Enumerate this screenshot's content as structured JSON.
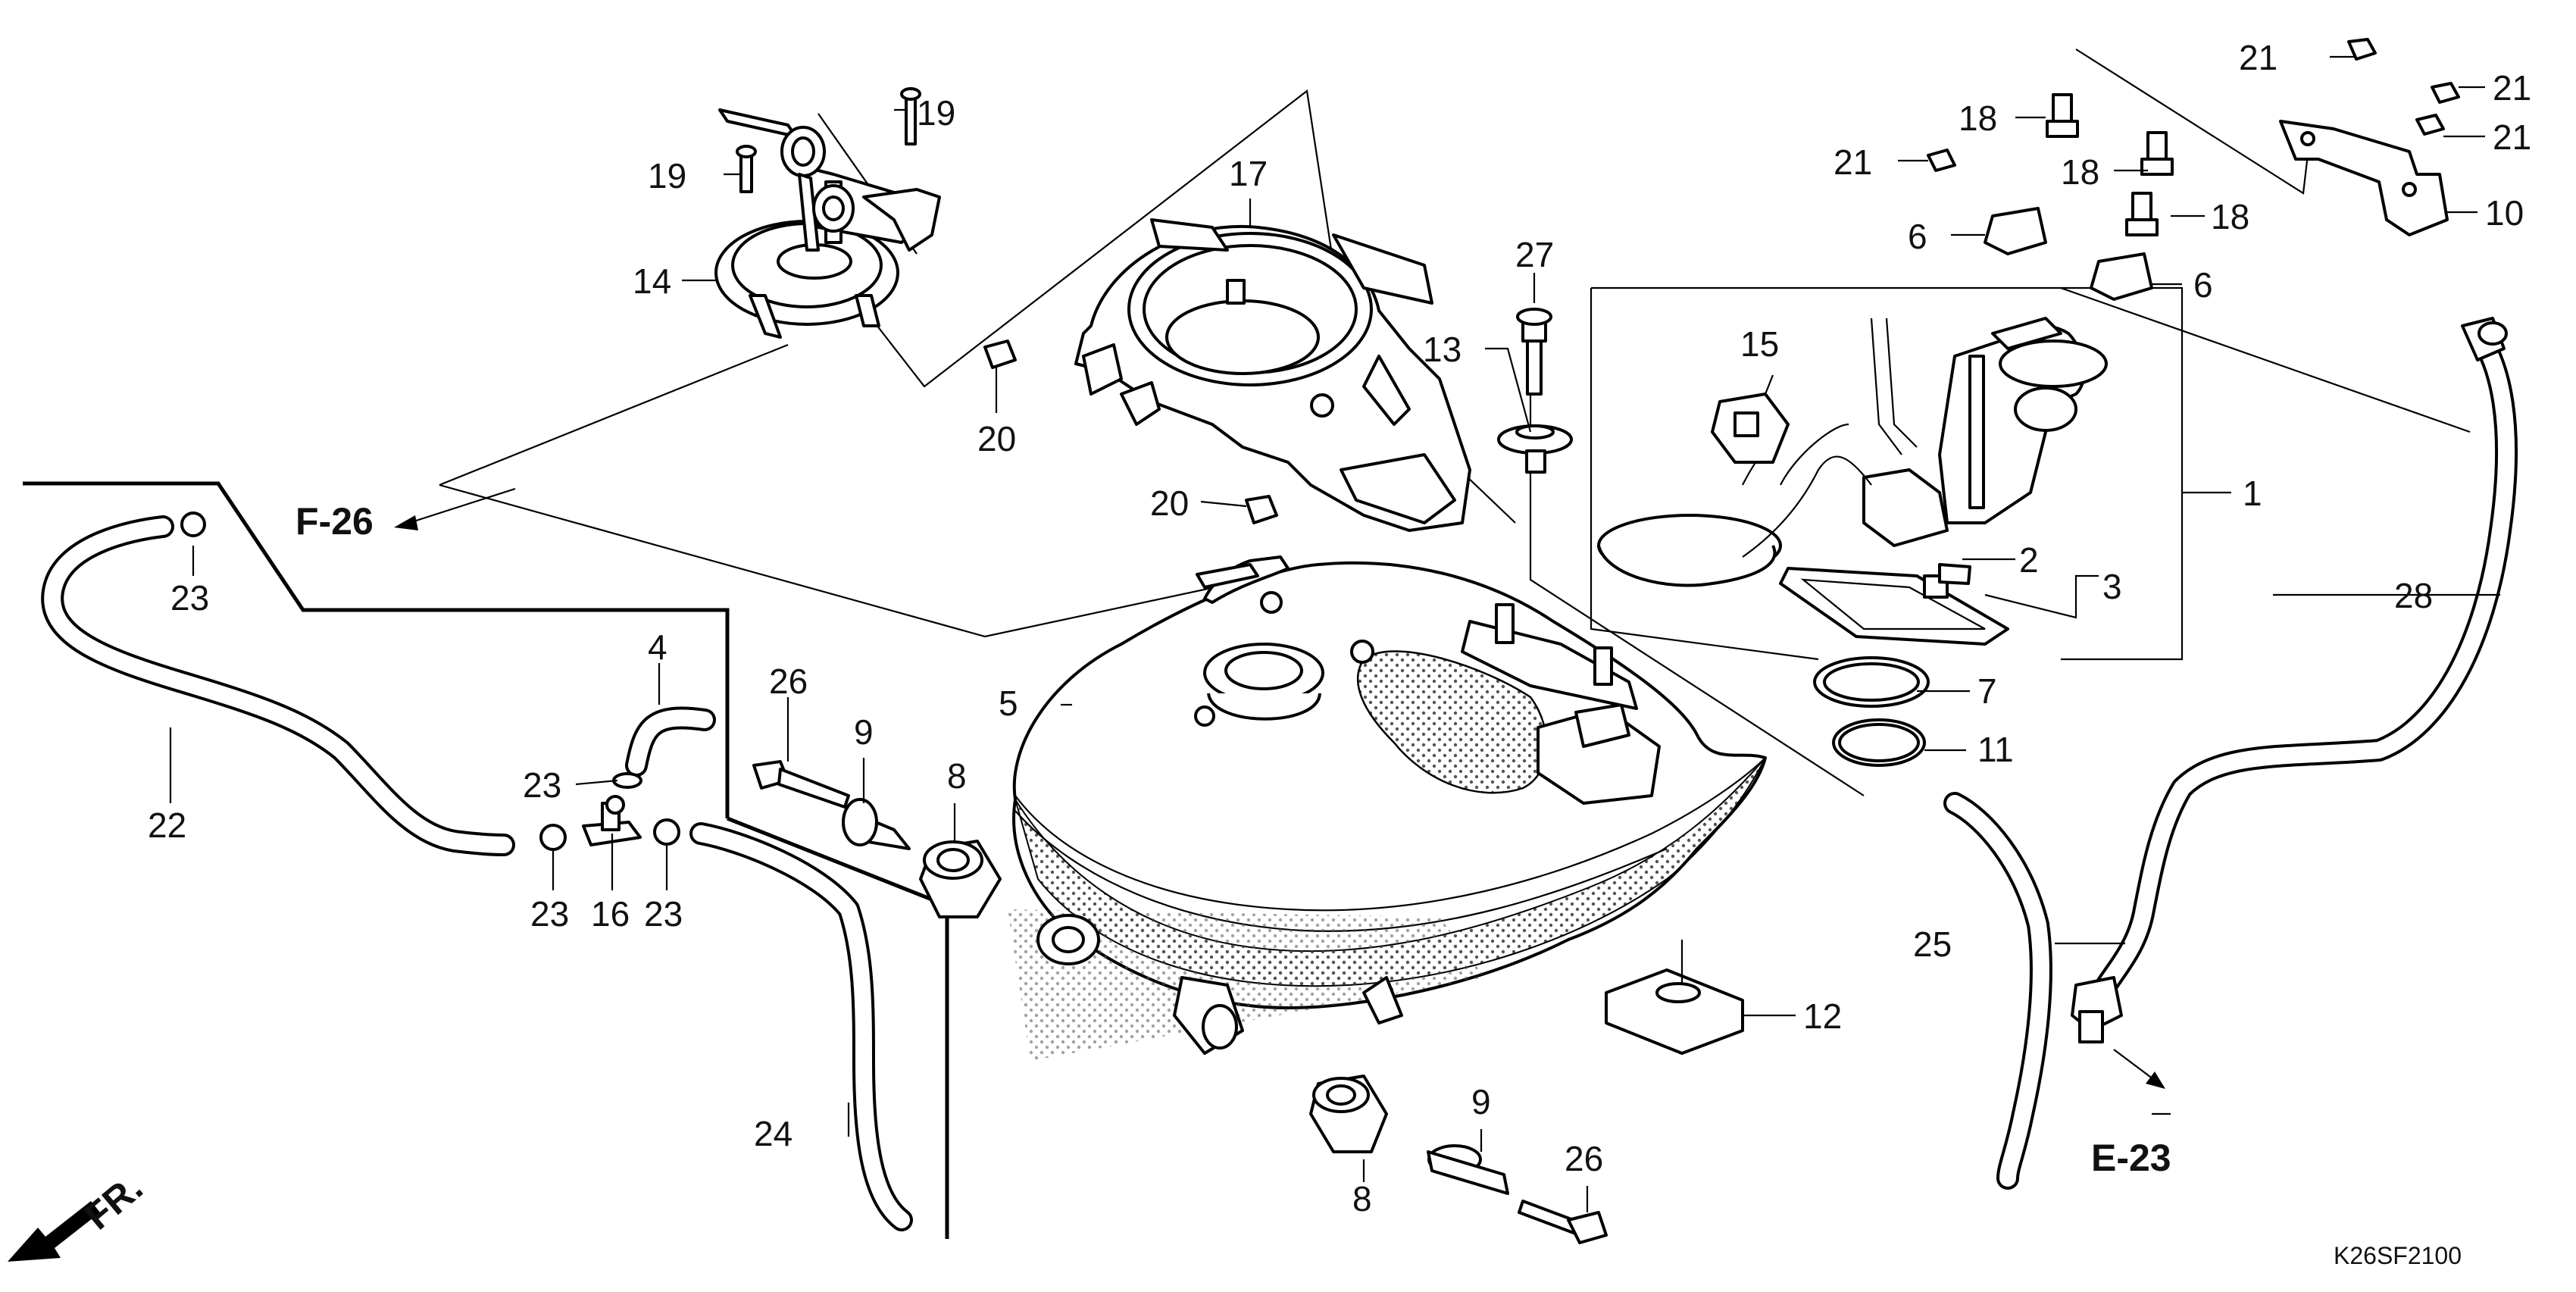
{
  "diagram": {
    "drawing_code": "K26SF2100",
    "refs": {
      "f26": "F-26",
      "e23": "E-23",
      "fr": "FR."
    },
    "labels": {
      "p1": "1",
      "p2": "2",
      "p3": "3",
      "p4": "4",
      "p5": "5",
      "p6a": "6",
      "p6b": "6",
      "p7": "7",
      "p8a": "8",
      "p8b": "8",
      "p9a": "9",
      "p9b": "9",
      "p10": "10",
      "p11": "11",
      "p12": "12",
      "p13": "13",
      "p14": "14",
      "p15": "15",
      "p16": "16",
      "p17": "17",
      "p18a": "18",
      "p18b": "18",
      "p18c": "18",
      "p19a": "19",
      "p19b": "19",
      "p20a": "20",
      "p20b": "20",
      "p21a": "21",
      "p21b": "21",
      "p21c": "21",
      "p21d": "21",
      "p22": "22",
      "p23a": "23",
      "p23b": "23",
      "p23c": "23",
      "p23d": "23",
      "p24": "24",
      "p25": "25",
      "p26a": "26",
      "p26b": "26",
      "p27": "27",
      "p28": "28"
    }
  }
}
